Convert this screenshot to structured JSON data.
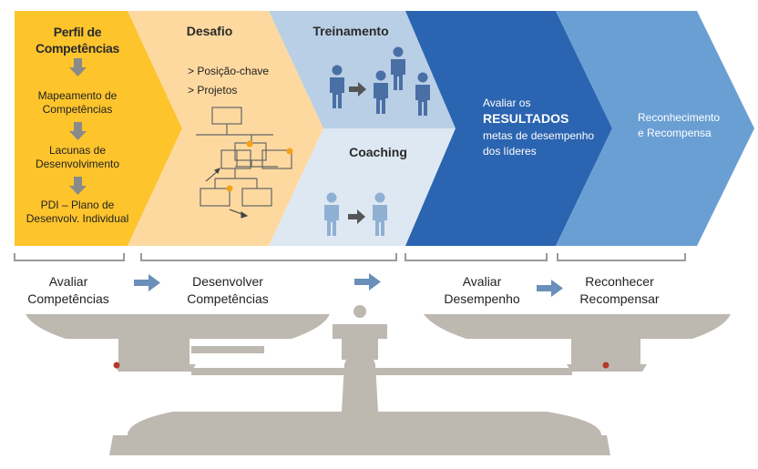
{
  "stage1": {
    "title": "Perfil de\nCompetências",
    "items": [
      "Mapeamento de\nCompetências",
      "Lacunas de\nDesenvolvimento",
      "PDI – Plano de\nDesenvolv. Individual"
    ],
    "color": "#fdc42c"
  },
  "stage2": {
    "title": "Desafio",
    "items": [
      "> Posição-chave",
      "> Projetos"
    ],
    "color": "#fdd9a0"
  },
  "stage3": {
    "title": "Treinamento",
    "color": "#b9cfe6"
  },
  "stage4": {
    "title": "Coaching",
    "color": "#dde8f3"
  },
  "stage5": {
    "line1": "Avaliar os",
    "line2": "RESULTADOS",
    "line3": "metas de desempenho",
    "line4": "dos líderes",
    "color": "#2b64b0"
  },
  "stage6": {
    "line1": "Reconhecimento",
    "line2": "e Recompensa",
    "color": "#6a9fd4"
  },
  "bottom": {
    "labels": [
      "Avaliar\nCompetências",
      "Desenvolver\nCompetências",
      "Avaliar\nDesempenho",
      "Reconhecer\nRecompensar"
    ]
  },
  "colors": {
    "arrow_gray": "#8a8a8a",
    "person_blue": "#4a6fa5",
    "person_light": "#8fb0d3",
    "flow_arrow": "#6a8fba",
    "scale_gray": "#bdb8b0",
    "bracket": "#9a9a9a"
  }
}
